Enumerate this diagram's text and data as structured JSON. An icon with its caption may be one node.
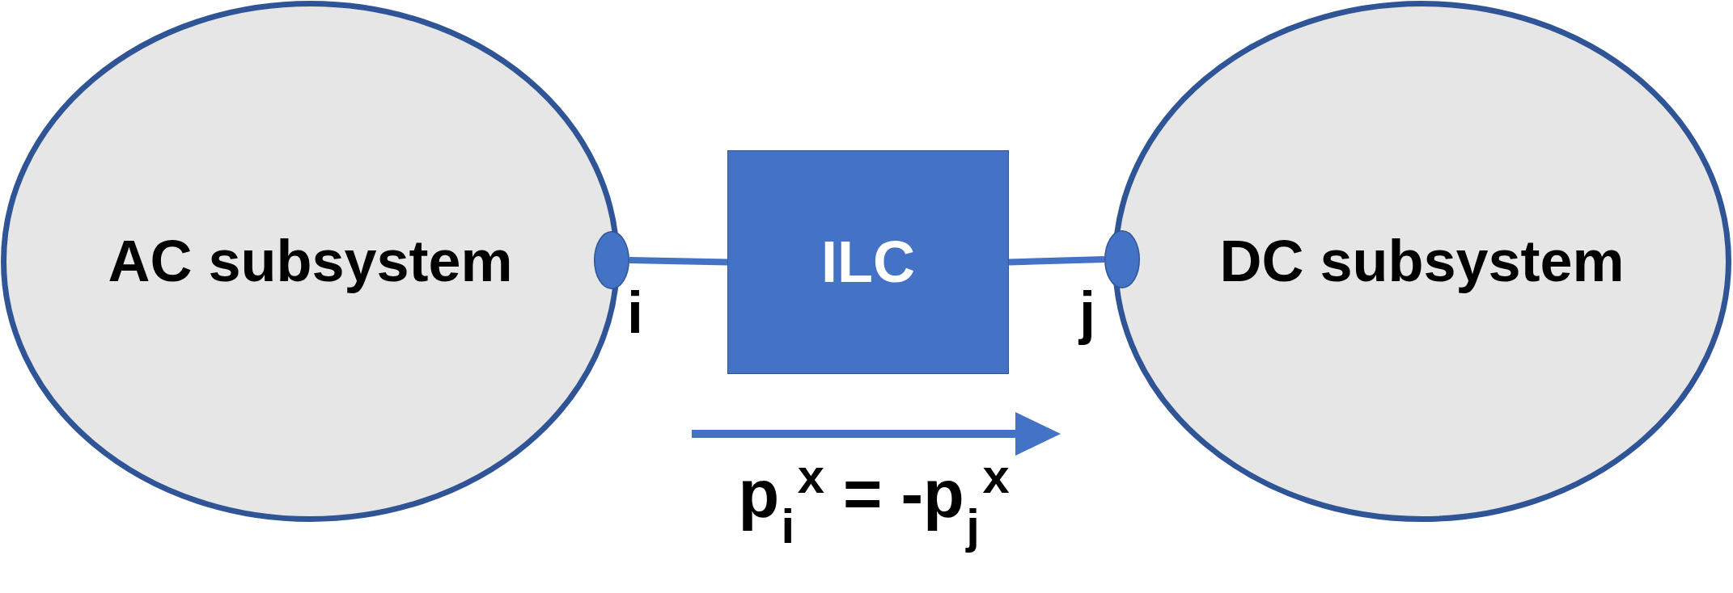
{
  "diagram": {
    "nodes": [
      {
        "text": [
          "AC subsystem"
        ]
      },
      {
        "text": [],
        "shape": "circle",
        "beside": [
          "i"
        ]
      },
      {
        "text": [
          "ILC"
        ]
      },
      {
        "text": [],
        "shape": "circle",
        "beside": [
          "j"
        ]
      },
      {
        "text": [
          "DC subsystem"
        ]
      }
    ],
    "edges": [
      {
        "from": 1,
        "to": 2,
        "arrow": "none"
      },
      {
        "from": 2,
        "to": 3,
        "arrow": "none"
      }
    ],
    "labels": [
      "p$_{i}$$^{x}$ = -p$_{j}$$^{x}$"
    ]
  }
}
